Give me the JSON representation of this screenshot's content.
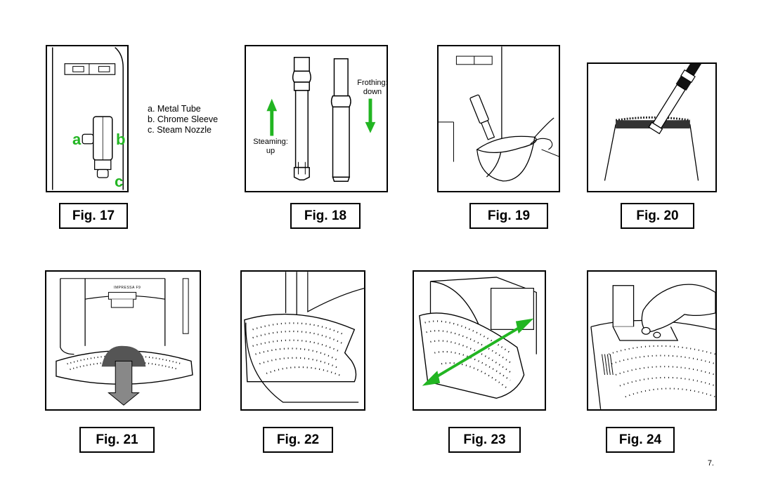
{
  "figures": [
    {
      "label": "Fig. 17"
    },
    {
      "label": "Fig. 18"
    },
    {
      "label": "Fig. 19"
    },
    {
      "label": "Fig. 20"
    },
    {
      "label": "Fig. 21"
    },
    {
      "label": "Fig. 22"
    },
    {
      "label": "Fig. 23"
    },
    {
      "label": "Fig. 24"
    }
  ],
  "fig17": {
    "legend": [
      "a. Metal Tube",
      "b. Chrome Sleeve",
      "c. Steam Nozzle"
    ],
    "callouts": {
      "a": "a",
      "b": "b",
      "c": "c"
    }
  },
  "fig18": {
    "frothing": "Frothing:",
    "frothing_dir": "down",
    "steaming": "Steaming:",
    "steaming_dir": "up"
  },
  "fig21": {
    "machine_brand": "IMPRESSA F9"
  },
  "colors": {
    "accent_green": "#22b522"
  },
  "page_number": "7."
}
